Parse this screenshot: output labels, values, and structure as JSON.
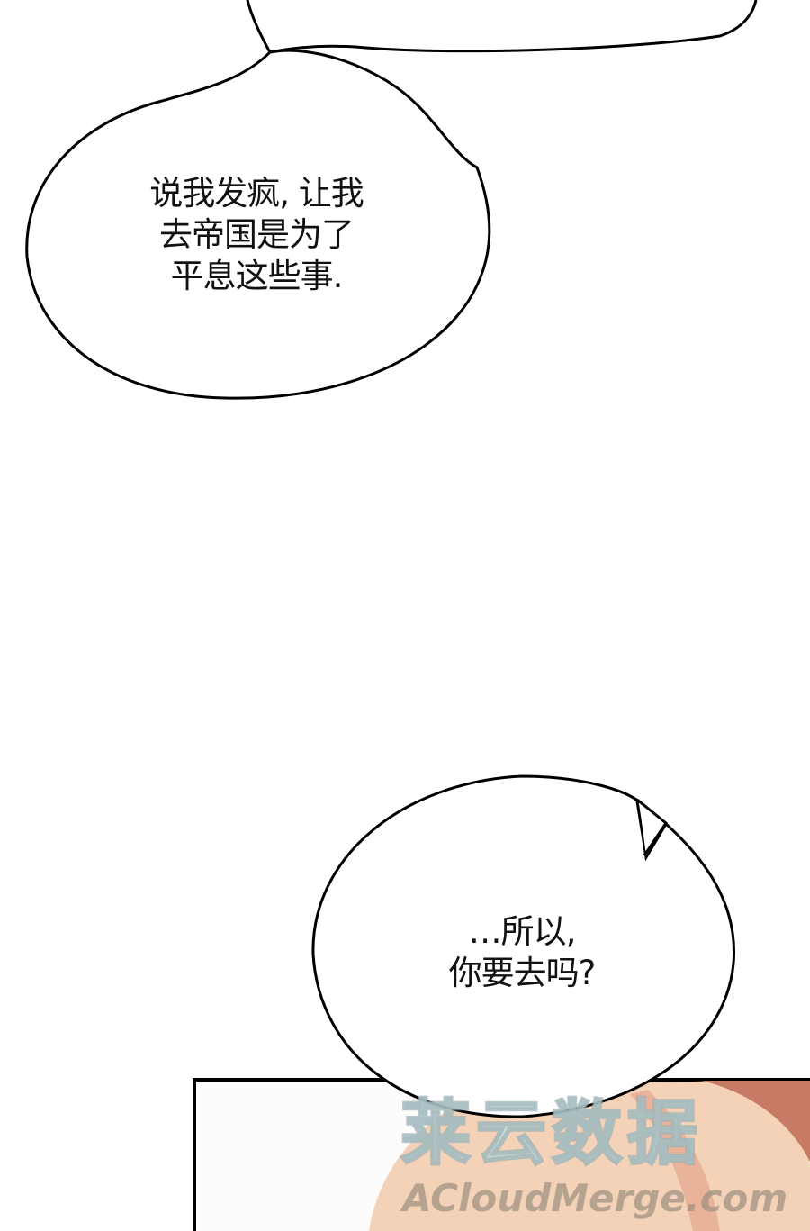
{
  "bubbles": [
    {
      "text_lines": [
        "说我发疯, 让我",
        "去帝国是为了",
        "平息这些事."
      ]
    },
    {
      "text_lines": [
        "…所以,",
        "你要去吗?"
      ]
    }
  ],
  "watermark": {
    "cn": "莱云数据",
    "en": "ACloudMerge.com"
  },
  "colors": {
    "hair_light": "#f3d2b8",
    "hair_dark": "#c77a64",
    "outline": "#000000"
  }
}
